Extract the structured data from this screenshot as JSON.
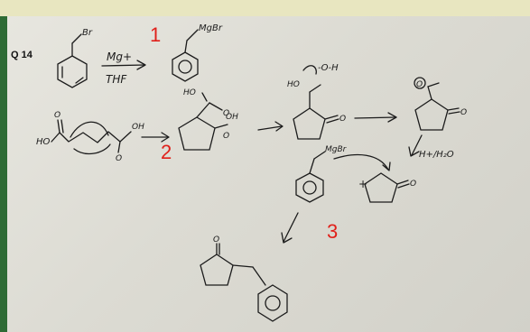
{
  "question": {
    "label": "Q 14"
  },
  "step_labels": {
    "one": "1",
    "two": "2",
    "three": "3"
  },
  "reagents": {
    "mg": "Mg+",
    "thf": "THF",
    "acid_water": "H+/H₂O"
  },
  "atom_labels": {
    "br": "Br",
    "mgbr": "MgBr",
    "mgbr_2": "MgBr",
    "ho": "HO",
    "oh": "OH",
    "ho_ring": "HO",
    "o_h": "-O-H",
    "ho_wedge": "HO"
  },
  "colors": {
    "ink": "#1b1b1b",
    "step_number": "#e0201a",
    "paper": "#dcdbd3",
    "stripe": "#2e6b35"
  }
}
